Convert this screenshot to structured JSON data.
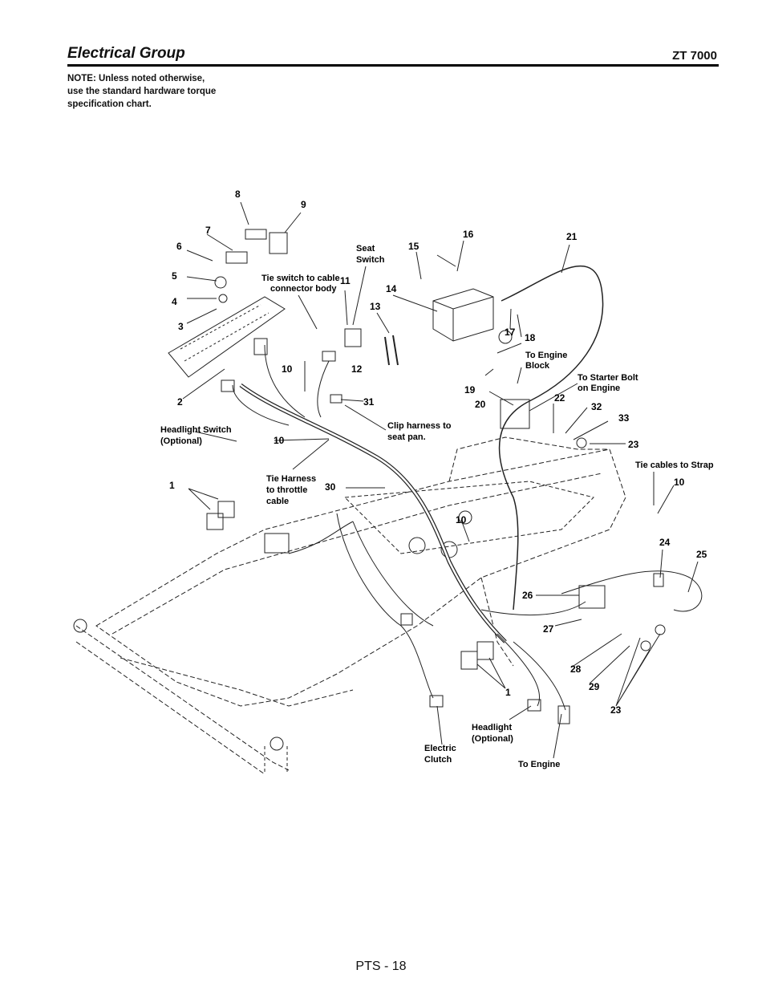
{
  "header": {
    "title": "Electrical Group",
    "model": "ZT 7000"
  },
  "note": [
    "NOTE: Unless noted otherwise,",
    "use the standard hardware torque",
    "specification chart."
  ],
  "footer": {
    "page": "PTS - 18"
  },
  "callouts": {
    "c1": "1",
    "c2": "2",
    "c3": "3",
    "c4": "4",
    "c5": "5",
    "c6": "6",
    "c7": "7",
    "c8": "8",
    "c9": "9",
    "c10": "10",
    "c11": "11",
    "c12": "12",
    "c13": "13",
    "c14": "14",
    "c15": "15",
    "c16": "16",
    "c17": "17",
    "c18": "18",
    "c19": "19",
    "c20": "20",
    "c21": "21",
    "c22": "22",
    "c23": "23",
    "c24": "24",
    "c25": "25",
    "c26": "26",
    "c27": "27",
    "c28": "28",
    "c29": "29",
    "c30": "30",
    "c31": "31",
    "c32": "32",
    "c33": "33"
  },
  "labels": {
    "seat_switch": [
      "Seat",
      "Switch"
    ],
    "tie_switch": [
      "Tie switch to cable",
      "connector body"
    ],
    "to_engine_block": [
      "To Engine",
      "Block"
    ],
    "to_starter_bolt": [
      "To Starter Bolt",
      "on Engine"
    ],
    "clip_harness": [
      "Clip harness to",
      "seat pan."
    ],
    "headlight_switch": [
      "Headlight Switch",
      "(Optional)"
    ],
    "tie_harness": [
      "Tie Harness",
      "to throttle",
      "cable"
    ],
    "tie_cables": [
      "Tie cables to Strap"
    ],
    "headlight": [
      "Headlight",
      "(Optional)"
    ],
    "electric_clutch": [
      "Electric",
      "Clutch"
    ],
    "to_engine": [
      "To Engine"
    ]
  }
}
